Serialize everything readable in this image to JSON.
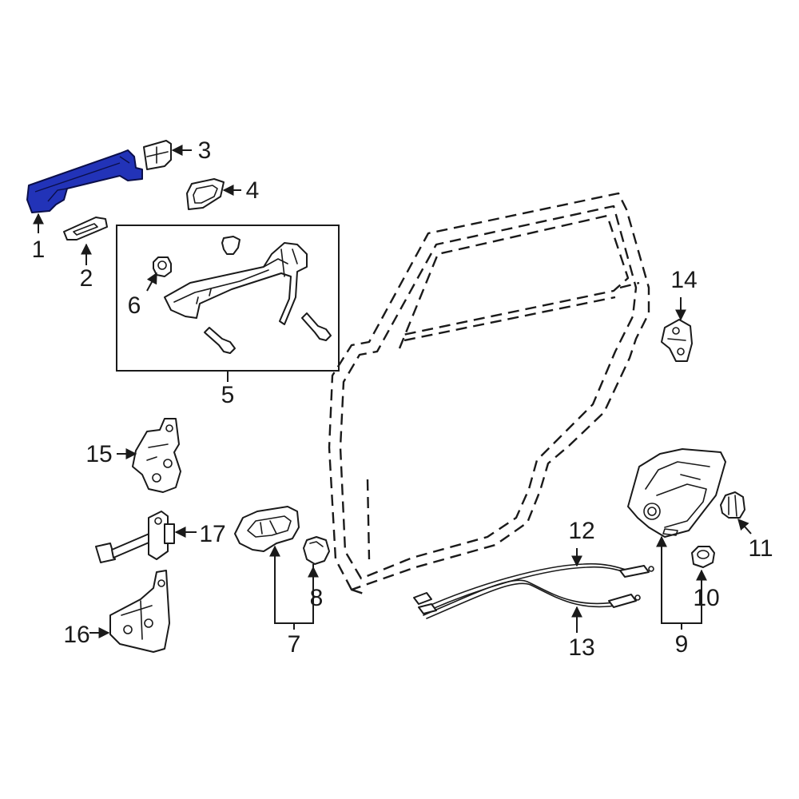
{
  "diagram": {
    "highlight_color": "#2233b8",
    "line_color": "#1a1a1a",
    "highlighted_part": "1",
    "callouts": [
      "1",
      "2",
      "3",
      "4",
      "5",
      "6",
      "7",
      "8",
      "9",
      "10",
      "11",
      "12",
      "13",
      "14",
      "15",
      "16",
      "17"
    ]
  }
}
